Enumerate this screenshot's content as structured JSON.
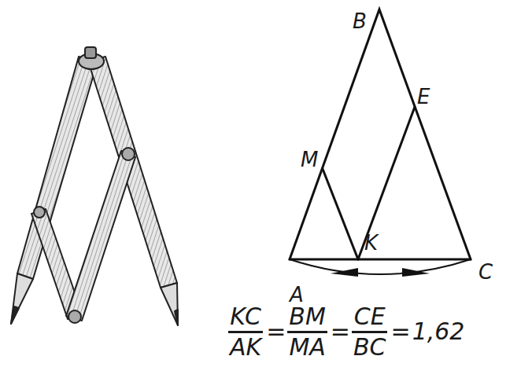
{
  "diagram": {
    "labels": [
      "B",
      "E",
      "M",
      "K",
      "A",
      "C",
      "KC",
      "AK",
      "=",
      "BM",
      "MA",
      "=",
      "CE",
      "BC",
      "=",
      "1,62"
    ]
  }
}
